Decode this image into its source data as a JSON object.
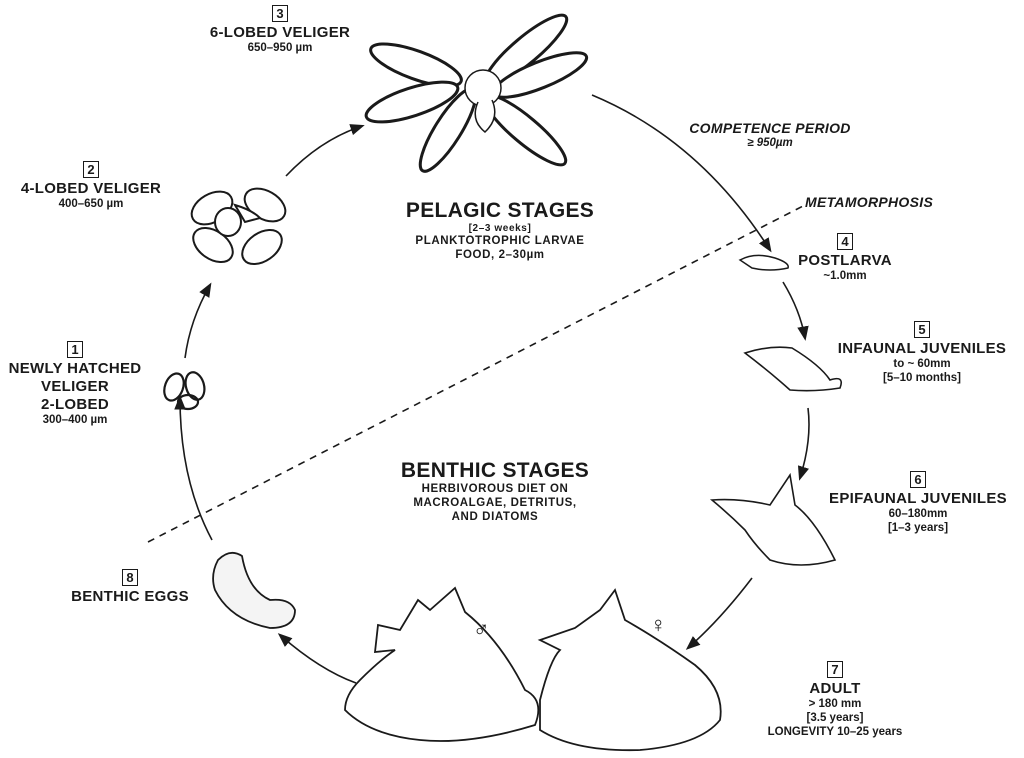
{
  "stages": [
    {
      "number": "1",
      "name_lines": [
        "NEWLY HATCHED",
        "VELIGER",
        "2-LOBED"
      ],
      "size": "300–400 µm"
    },
    {
      "number": "2",
      "name_lines": [
        "4-LOBED VELIGER"
      ],
      "size": "400–650 µm"
    },
    {
      "number": "3",
      "name_lines": [
        "6-LOBED VELIGER"
      ],
      "size": "650–950 µm"
    },
    {
      "number": "4",
      "name_lines": [
        "POSTLARVA"
      ],
      "size": "~1.0mm"
    },
    {
      "number": "5",
      "name_lines": [
        "INFAUNAL JUVENILES"
      ],
      "size": "to ~ 60mm",
      "duration": "[5–10 months]"
    },
    {
      "number": "6",
      "name_lines": [
        "EPIFAUNAL JUVENILES"
      ],
      "size": "60–180mm",
      "duration": "[1–3 years]"
    },
    {
      "number": "7",
      "name_lines": [
        "ADULT"
      ],
      "size": "> 180 mm",
      "duration": "[3.5 years]",
      "extra": "LONGEVITY 10–25 years"
    },
    {
      "number": "8",
      "name_lines": [
        "BENTHIC EGGS"
      ]
    }
  ],
  "pelagic": {
    "title": "PELAGIC STAGES",
    "duration": "[2–3 weeks]",
    "line1": "PLANKTOTROPHIC LARVAE",
    "line2": "FOOD, 2–30µm"
  },
  "benthic": {
    "title": "BENTHIC STAGES",
    "line1": "HERBIVOROUS DIET ON",
    "line2": "MACROALGAE, DETRITUS,",
    "line3": "AND DIATOMS"
  },
  "competence": {
    "title": "COMPETENCE PERIOD",
    "size": "≥ 950µm"
  },
  "metamorphosis": "METAMORPHOSIS",
  "sex_symbols": {
    "male": "♂",
    "female": "♀"
  }
}
